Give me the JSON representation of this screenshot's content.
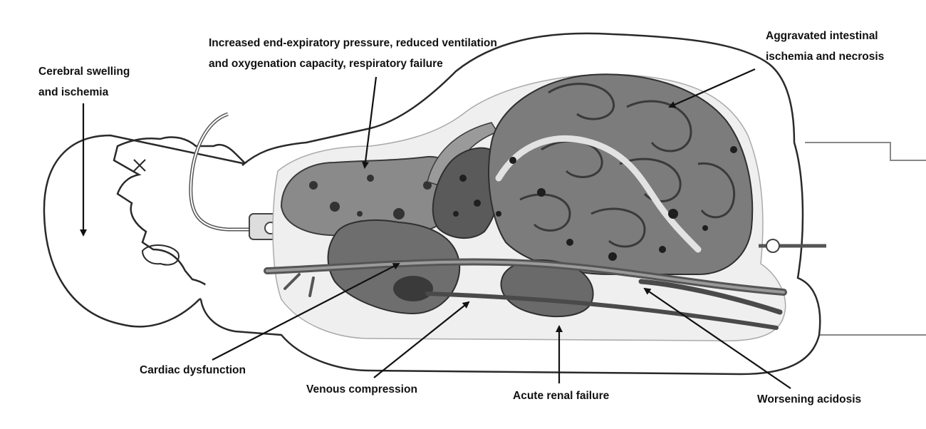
{
  "labels": {
    "cerebral": {
      "line1": "Cerebral swelling",
      "line2": "and ischemia"
    },
    "respiratory": {
      "line1": "Increased end-expiratory pressure, reduced ventilation",
      "line2": "and oxygenation capacity, respiratory failure"
    },
    "intestinal": {
      "line1": "Aggravated intestinal",
      "line2": "ischemia and necrosis"
    },
    "cardiac": "Cardiac dysfunction",
    "venous": "Venous compression",
    "renal": "Acute renal failure",
    "acidosis": "Worsening acidosis"
  },
  "colors": {
    "outline": "#2a2a2a",
    "skin": "#ffffff",
    "abdomen_fill": "#efefef",
    "organ_dark": "#5c5c5c",
    "organ_mid": "#7e7e7e",
    "organ_light": "#a4a4a4",
    "arrow": "#111111"
  }
}
